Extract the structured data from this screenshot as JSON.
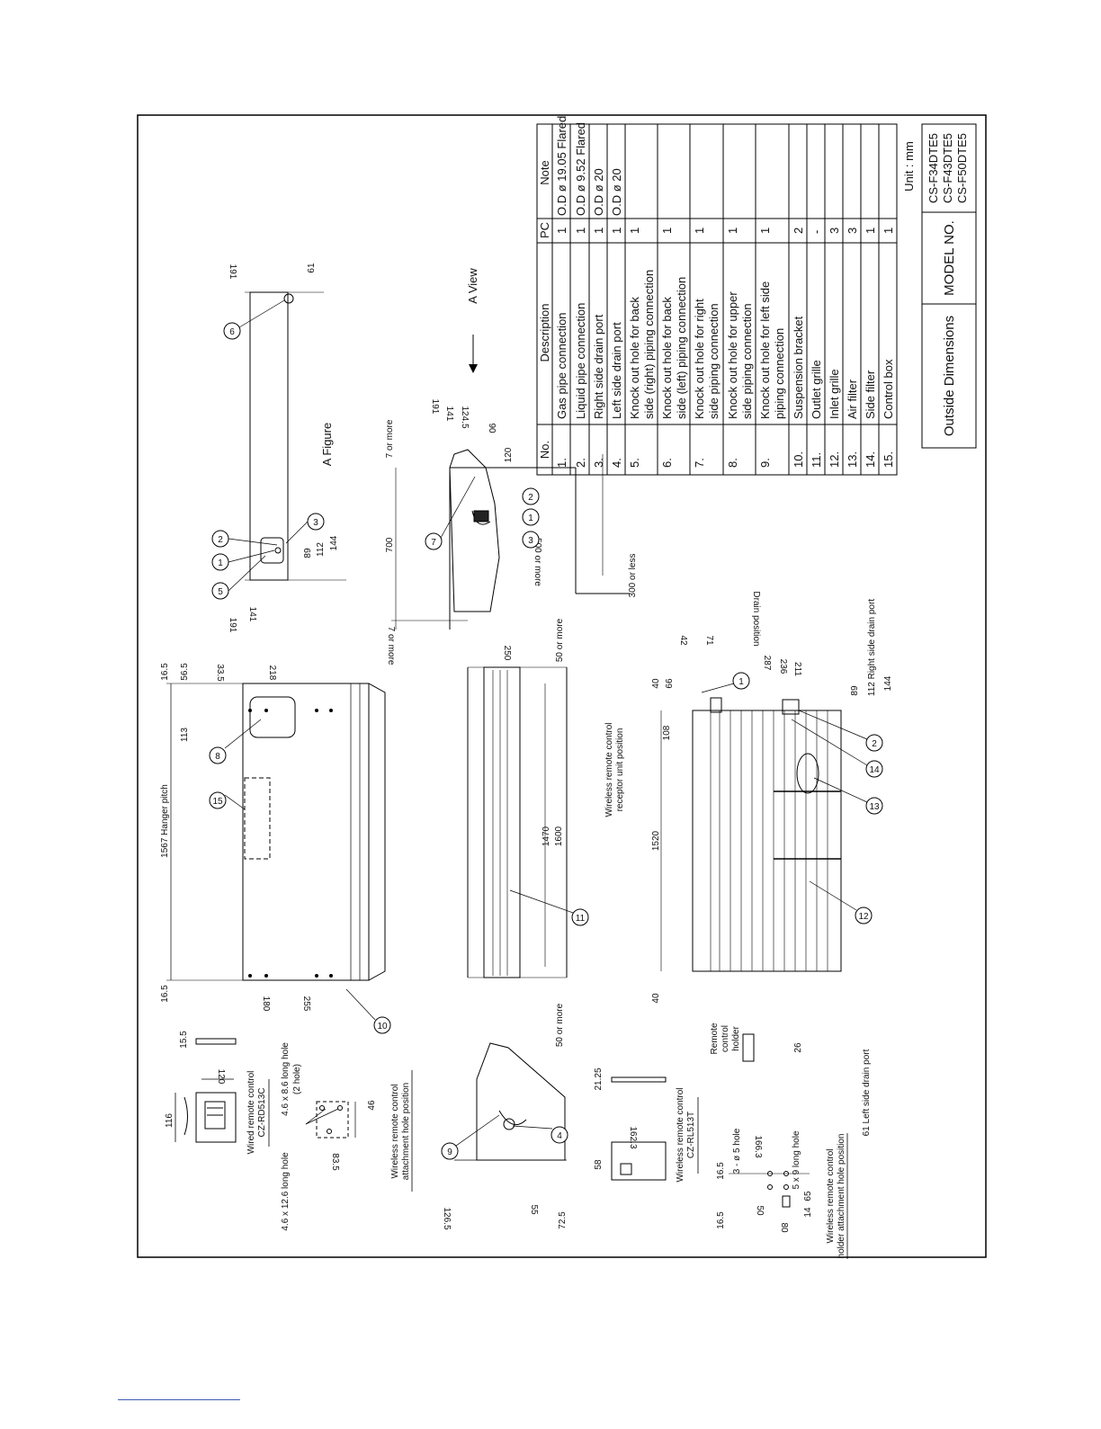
{
  "drawing": {
    "a_view": "A View",
    "a_figure": "A Figure",
    "hanger_pitch": "1567 Hanger pitch",
    "wired_remote": "Wired remote control",
    "wired_remote_model": "CZ-RD513C",
    "wireless_attach": "Wireless remote control",
    "wireless_attach_2": "attachment hole position",
    "wireless_remote": "Wireless remote control",
    "wireless_remote_model": "CZ-RL513T",
    "holder_attach": "Wireless remote control",
    "holder_attach_2": "holder attachment hole position",
    "receptor": "Wireless remote control",
    "receptor_2": "receptor unit position",
    "remote_holder_1": "Remote",
    "remote_holder_2": "control",
    "remote_holder_3": "holder",
    "long_hole_a": "4.6 x 8.6 long hole",
    "long_hole_a2": "(2 hole)",
    "long_hole_b": "4.6 x 12.6 long hole",
    "hole_3": "3 - ø 5 hole",
    "long_hole_c": "5 x 9 long hole",
    "drain_position": "Drain position",
    "right_drain": "112 Right side drain port",
    "left_drain": "61 Left side drain port",
    "seven_more_a": "7 or more",
    "seven_more_b": "7 or more",
    "five_hundred": "500 or more",
    "three_hundred": "300 or less",
    "fifty_more_a": "50 or more",
    "fifty_more_b": "50 or more",
    "dims": {
      "d116": "116",
      "d120a": "120",
      "d15_5": "15.5",
      "d46": "46",
      "d83_5": "83.5",
      "d16_5a": "16.5",
      "d180": "180",
      "d255": "255",
      "d113": "113",
      "d16_5b": "16.5",
      "d56_5": "56.5",
      "d33_5": "33.5",
      "d218": "218",
      "d191a": "191",
      "d141a": "141",
      "d89a": "89",
      "d112a": "112",
      "d144a": "144",
      "d191b": "191",
      "d61": "61",
      "d700": "700",
      "d191c": "191",
      "d141b": "141",
      "d124_5": "124.5",
      "d90": "90",
      "d120b": "120",
      "d126_5": "126.5",
      "d55": "55",
      "d72_5": "72.5",
      "d1470": "1470",
      "d1600": "1600",
      "d250": "250",
      "d58": "58",
      "d162_3": "162.3",
      "d21_25": "21.25",
      "d16_5c": "16.5",
      "d16_5d": "16.5",
      "d166_3": "166.3",
      "d50": "50",
      "d80": "80",
      "d65": "65",
      "d14": "14",
      "d26": "26",
      "d40a": "40",
      "d1520": "1520",
      "d108": "108",
      "d40b": "40",
      "d66": "66",
      "d42": "42",
      "d71": "71",
      "d287": "287",
      "d236": "236",
      "d211": "211",
      "d89b": "89",
      "d144b": "144"
    },
    "balloons": [
      "1",
      "2",
      "3",
      "4",
      "5",
      "6",
      "7",
      "8",
      "9",
      "10",
      "11",
      "12",
      "13",
      "14",
      "15"
    ]
  },
  "parts_table": {
    "headers": {
      "no": "No.",
      "description": "Description",
      "pc": "PC",
      "note": "Note"
    },
    "rows": [
      {
        "no": "1.",
        "desc": [
          "Gas pipe connection"
        ],
        "pc": "1",
        "note": "O.D ø 19.05 Flared"
      },
      {
        "no": "2.",
        "desc": [
          "Liquid pipe connection"
        ],
        "pc": "1",
        "note": "O.D ø 9.52 Flared"
      },
      {
        "no": "3.",
        "desc": [
          "Right side drain port"
        ],
        "pc": "1",
        "note": "O.D ø 20"
      },
      {
        "no": "4.",
        "desc": [
          "Left side drain port"
        ],
        "pc": "1",
        "note": "O.D ø 20"
      },
      {
        "no": "5.",
        "desc": [
          "Knock out hole for back",
          "side (right) piping connection"
        ],
        "pc": "1",
        "note": ""
      },
      {
        "no": "6.",
        "desc": [
          "Knock out hole for back",
          "side (left) piping connection"
        ],
        "pc": "1",
        "note": ""
      },
      {
        "no": "7.",
        "desc": [
          "Knock out hole for right",
          "side piping connection"
        ],
        "pc": "1",
        "note": ""
      },
      {
        "no": "8.",
        "desc": [
          "Knock out hole for upper",
          "side piping connection"
        ],
        "pc": "1",
        "note": ""
      },
      {
        "no": "9.",
        "desc": [
          "Knock out hole for left side",
          "piping connection"
        ],
        "pc": "1",
        "note": ""
      },
      {
        "no": "10.",
        "desc": [
          "Suspension bracket"
        ],
        "pc": "2",
        "note": ""
      },
      {
        "no": "11.",
        "desc": [
          "Outlet grille"
        ],
        "pc": "-",
        "note": ""
      },
      {
        "no": "12.",
        "desc": [
          "Inlet grille"
        ],
        "pc": "3",
        "note": ""
      },
      {
        "no": "13.",
        "desc": [
          "Air filter"
        ],
        "pc": "3",
        "note": ""
      },
      {
        "no": "14.",
        "desc": [
          "Side filter"
        ],
        "pc": "1",
        "note": ""
      },
      {
        "no": "15.",
        "desc": [
          "Control box"
        ],
        "pc": "1",
        "note": ""
      }
    ]
  },
  "title_block": {
    "unit": "Unit : mm",
    "title": "Outside Dimensions",
    "model_label": "MODEL NO.",
    "models": [
      "CS-F34DTE5",
      "CS-F43DTE5",
      "CS-F50DTE5"
    ]
  }
}
